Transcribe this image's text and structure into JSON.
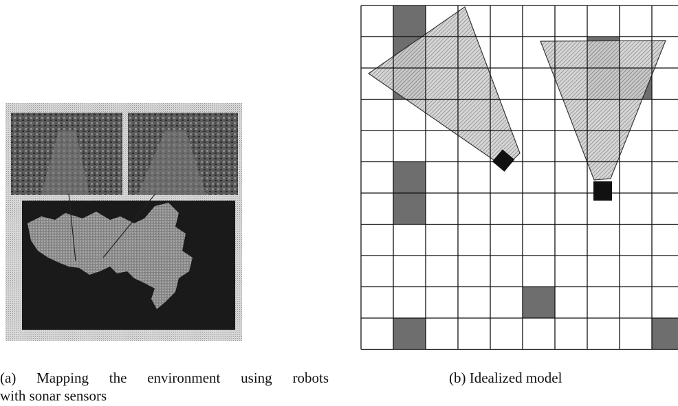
{
  "figure_a": {
    "caption_line1": "(a) Mapping the environment using robots",
    "caption_line2": "with sonar sensors"
  },
  "figure_b": {
    "caption": "(b) Idealized model"
  },
  "grid": {
    "rows": 11,
    "cols": 10,
    "occupied_cells": [
      [
        0,
        1
      ],
      [
        1,
        1
      ],
      [
        2,
        1
      ],
      [
        5,
        1
      ],
      [
        6,
        1
      ],
      [
        9,
        5
      ],
      [
        10,
        1
      ],
      [
        10,
        9
      ],
      [
        1,
        7
      ],
      [
        2,
        7
      ],
      [
        2,
        8
      ]
    ],
    "colors": {
      "background": "#ffffff",
      "line": "#111111",
      "occupied": "#6e6e6e",
      "cone_fill": "#c9c9c9",
      "robot": "#111111"
    }
  }
}
